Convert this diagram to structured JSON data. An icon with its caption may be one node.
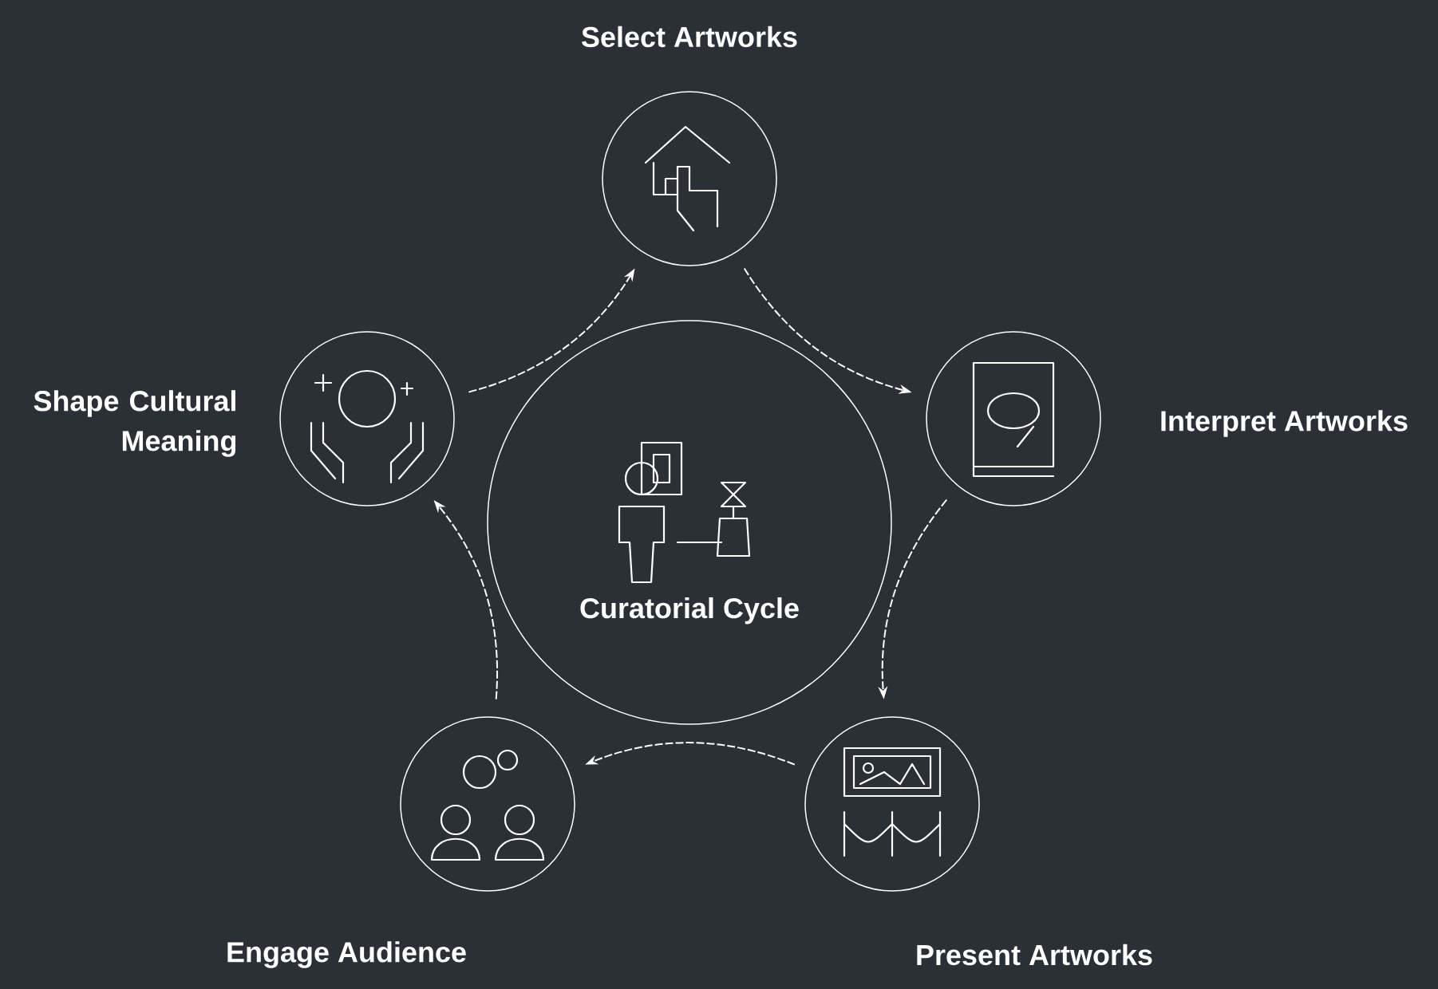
{
  "diagram": {
    "nodes": [
      {
        "text": [
          "Curatorial Cycle"
        ]
      },
      {
        "text": [
          "Select Artworks"
        ]
      },
      {
        "text": [
          "Interpret Artworks"
        ]
      },
      {
        "text": [
          "Present Artworks"
        ]
      },
      {
        "text": [
          "Engage Audience"
        ]
      },
      {
        "text": [
          "Shape Cultural Meaning"
        ]
      }
    ],
    "edges": [
      {
        "from": 1,
        "to": 2,
        "arrow": "to"
      },
      {
        "from": 2,
        "to": 3,
        "arrow": "to"
      },
      {
        "from": 3,
        "to": 4,
        "arrow": "to"
      },
      {
        "from": 4,
        "to": 5,
        "arrow": "to"
      },
      {
        "from": 5,
        "to": 1,
        "arrow": "to"
      }
    ]
  }
}
